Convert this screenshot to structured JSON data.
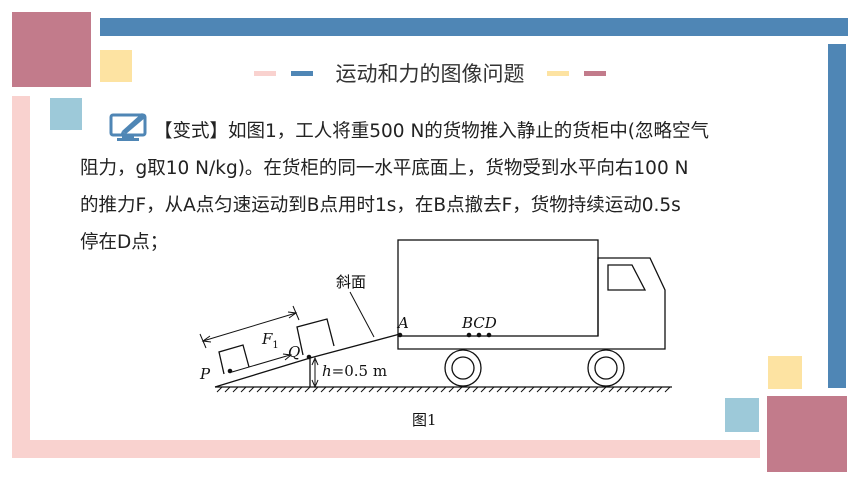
{
  "header": {
    "title": "运动和力的图像问题"
  },
  "problem": {
    "line1": "【变式】如图1，工人将重500 N的货物推入静止的货柜中(忽略空气",
    "line2": "阻力，g取10 N/kg)。在货柜的同一水平底面上，货物受到水平向右100 N",
    "line3": "的推力F，从A点匀速运动到B点用时1s，在B点撤去F，货物持续运动0.5s",
    "line4": "停在D点；"
  },
  "figure": {
    "label_slope": "斜面",
    "label_A": "A",
    "label_BCD": "BCD",
    "label_F": "F",
    "label_F_sub": "1",
    "label_Q": "Q",
    "label_P": "P",
    "label_h": "h",
    "label_h_value": "=0.5 m",
    "caption": "图1"
  },
  "colors": {
    "steel_blue": "#4f86b5",
    "rose": "#c27b8b",
    "pale_yellow": "#fde3a2",
    "light_blue": "#9dc9d9",
    "pale_pink": "#f9d2cf"
  },
  "icons": {
    "edit": "monitor-pen-icon"
  }
}
